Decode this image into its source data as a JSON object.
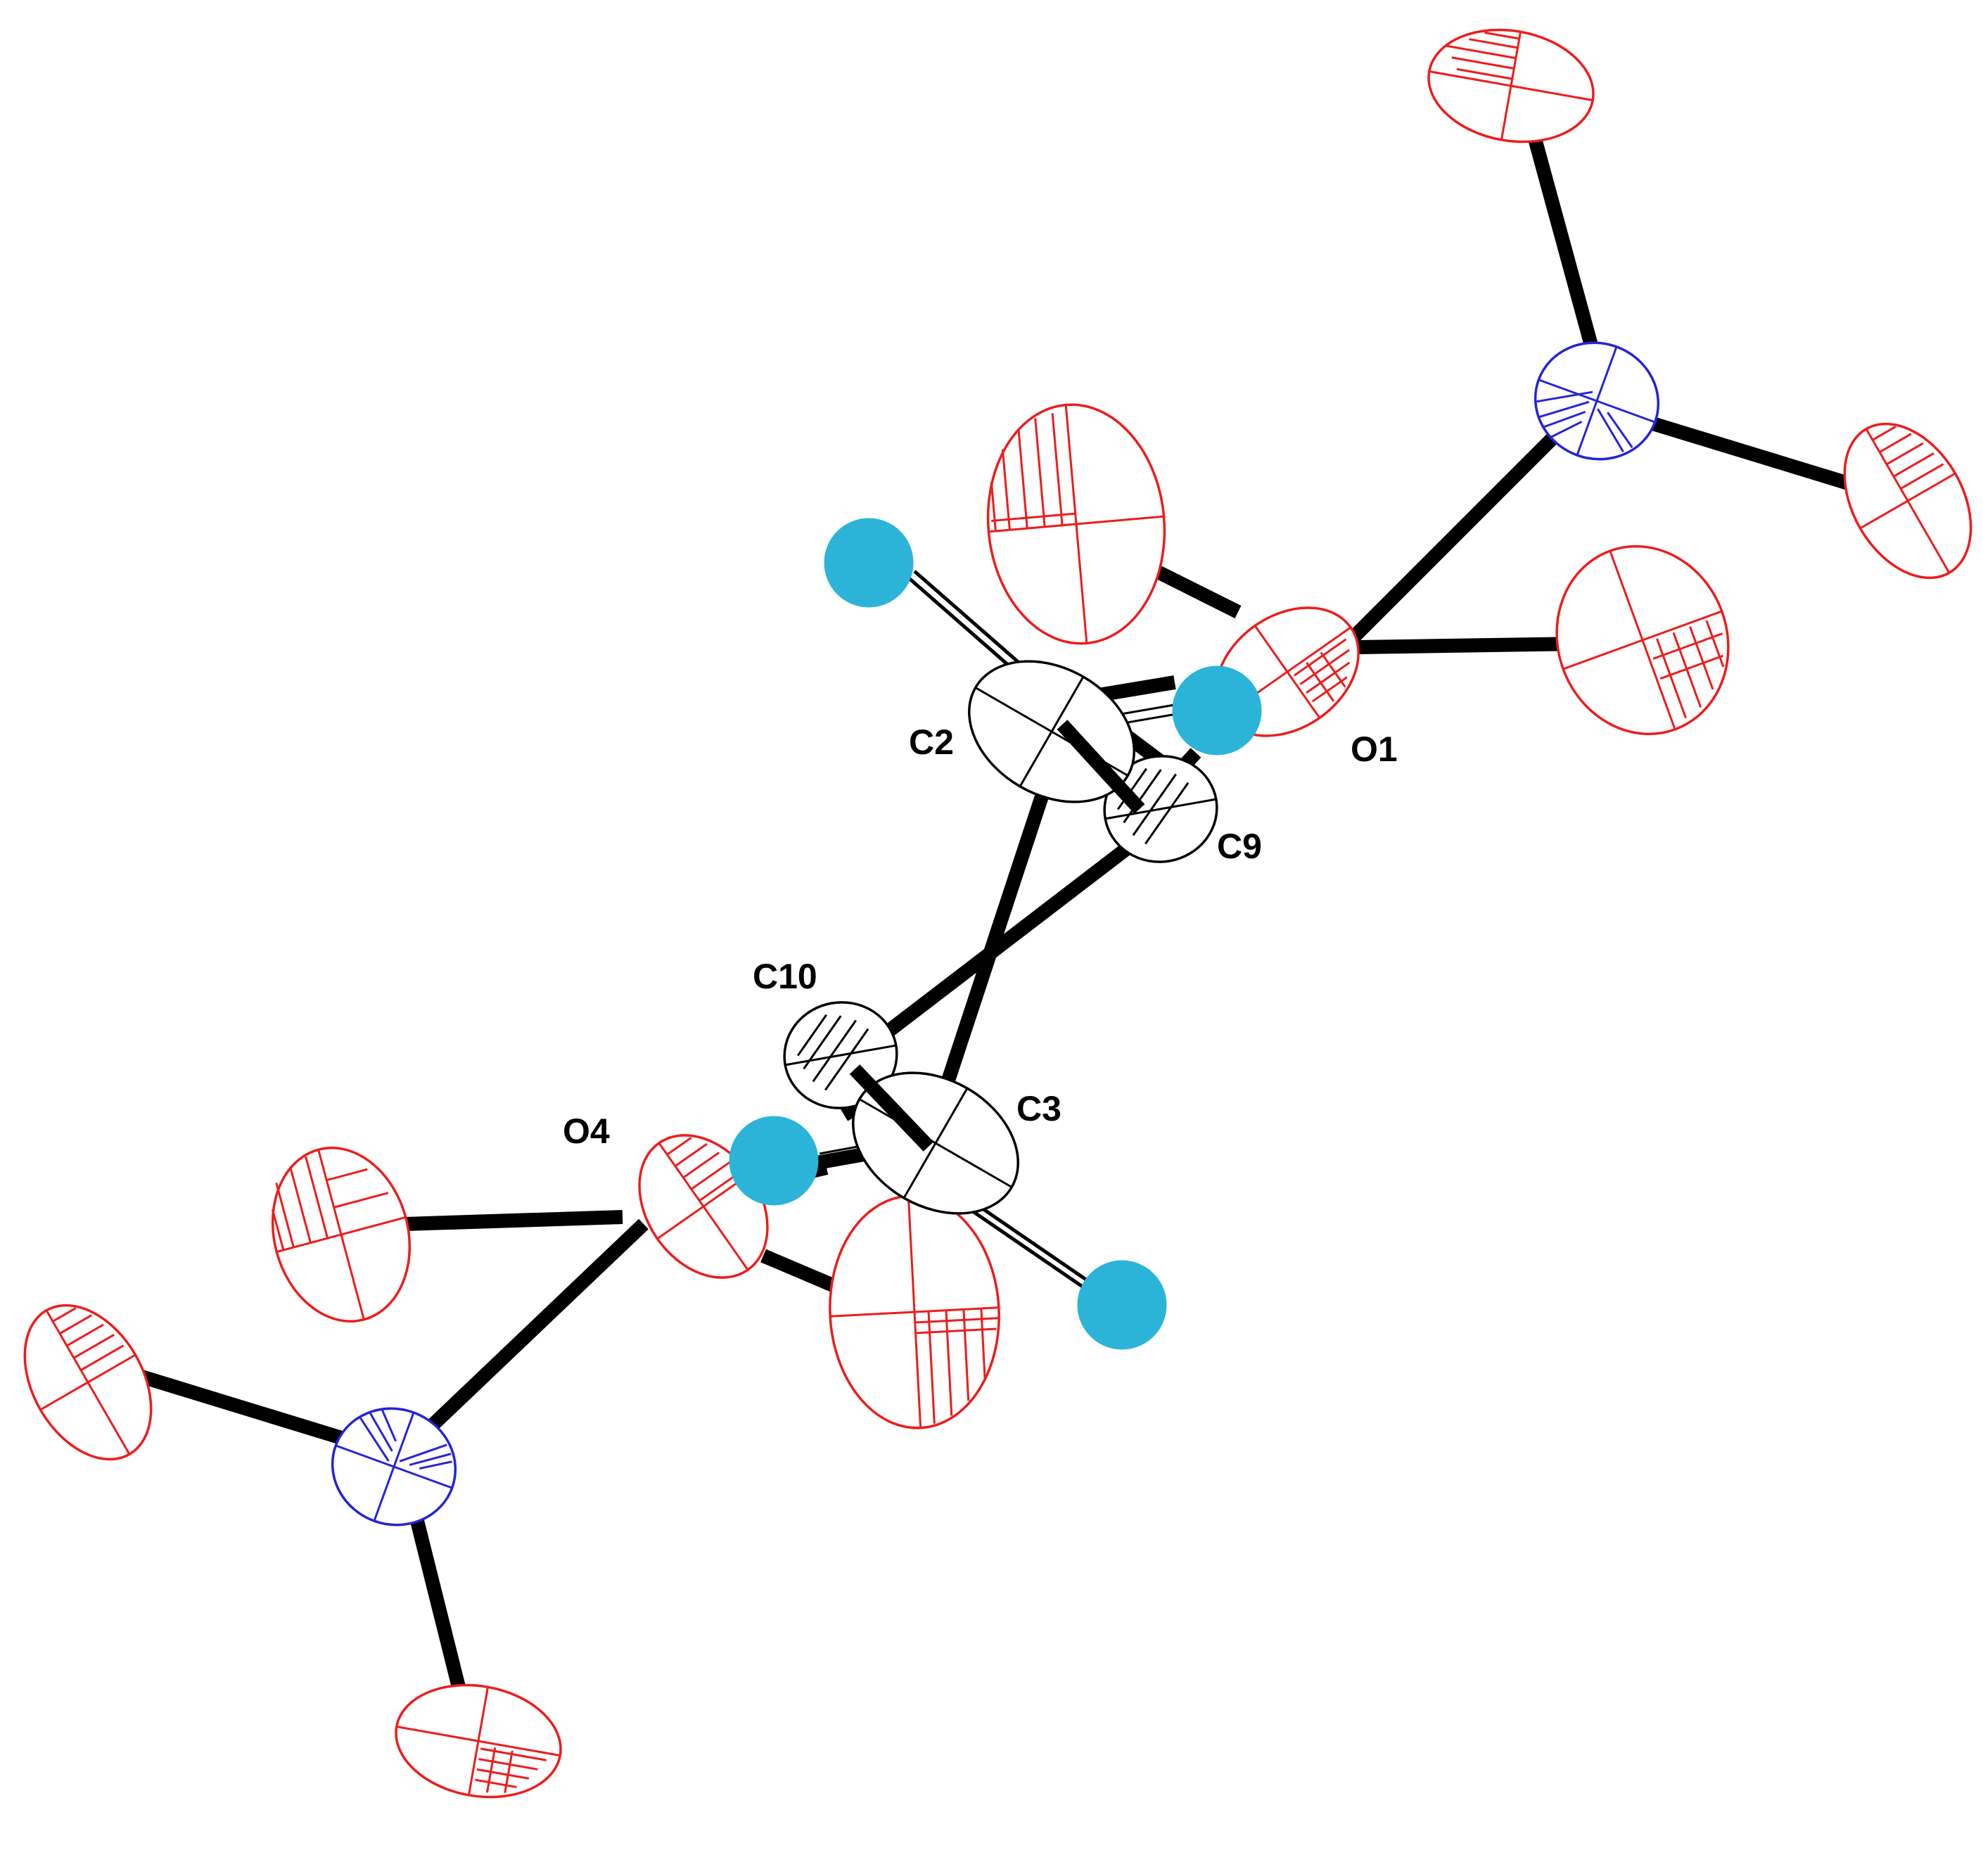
{
  "colors": {
    "oxygen": "#ee1c1c",
    "nitrogen": "#2424d8",
    "carbon": "#000000",
    "hydrogen": "#2bb4d8",
    "bond": "#000000"
  },
  "labels": {
    "c2": "C2",
    "c3": "C3",
    "c9": "C9",
    "c10": "C10",
    "o1": "O1",
    "o4": "O4"
  }
}
